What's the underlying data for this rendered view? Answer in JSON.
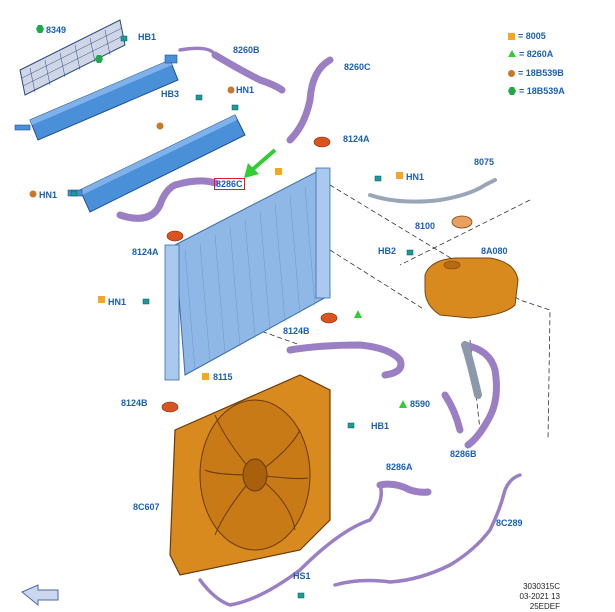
{
  "colors": {
    "label": "#1a5fb4",
    "highlight_box": "#e01b24",
    "callout_arrow": "#33cc33",
    "square_marker": "#f5a623",
    "triangle_marker": "#33cc33",
    "circle_marker": "#c8782a",
    "hexagon_marker": "#1fa84a",
    "cooler": "#4a90d9",
    "radiator": "#8fb8e6",
    "fan_shroud": "#d98a1f",
    "hoses": "#9a7fc4"
  },
  "legend": [
    {
      "marker": "square",
      "text": "= 8005"
    },
    {
      "marker": "triangle",
      "text": "= 8260A"
    },
    {
      "marker": "circle",
      "text": "= 18B539B"
    },
    {
      "marker": "hexagon",
      "text": "= 18B539A"
    }
  ],
  "callouts": {
    "c8349": "8349",
    "hb1_top": "HB1",
    "c8260b": "8260B",
    "c8260c": "8260C",
    "hb3": "HB3",
    "hn1_top": "HN1",
    "c8124a_top": "8124A",
    "hn1_left": "HN1",
    "c8286c": "8286C",
    "hn1_right": "HN1",
    "c8075": "8075",
    "c8100": "8100",
    "hb2": "HB2",
    "c8a080": "8A080",
    "c8124a_left": "8124A",
    "hn1_mid": "HN1",
    "c8124b_right": "8124B",
    "c8115": "8115",
    "c8124b_left": "8124B",
    "c8590": "8590",
    "hb1_low": "HB1",
    "c8286b": "8286B",
    "c8286a": "8286A",
    "c8c607": "8C607",
    "c8c289": "8C289",
    "hs1": "HS1"
  },
  "reference": {
    "line1": "3030315C",
    "line2": "03-2021 13",
    "line3": "25EDEF"
  },
  "icons": {
    "nav_arrow": "orientation-arrow-icon"
  }
}
